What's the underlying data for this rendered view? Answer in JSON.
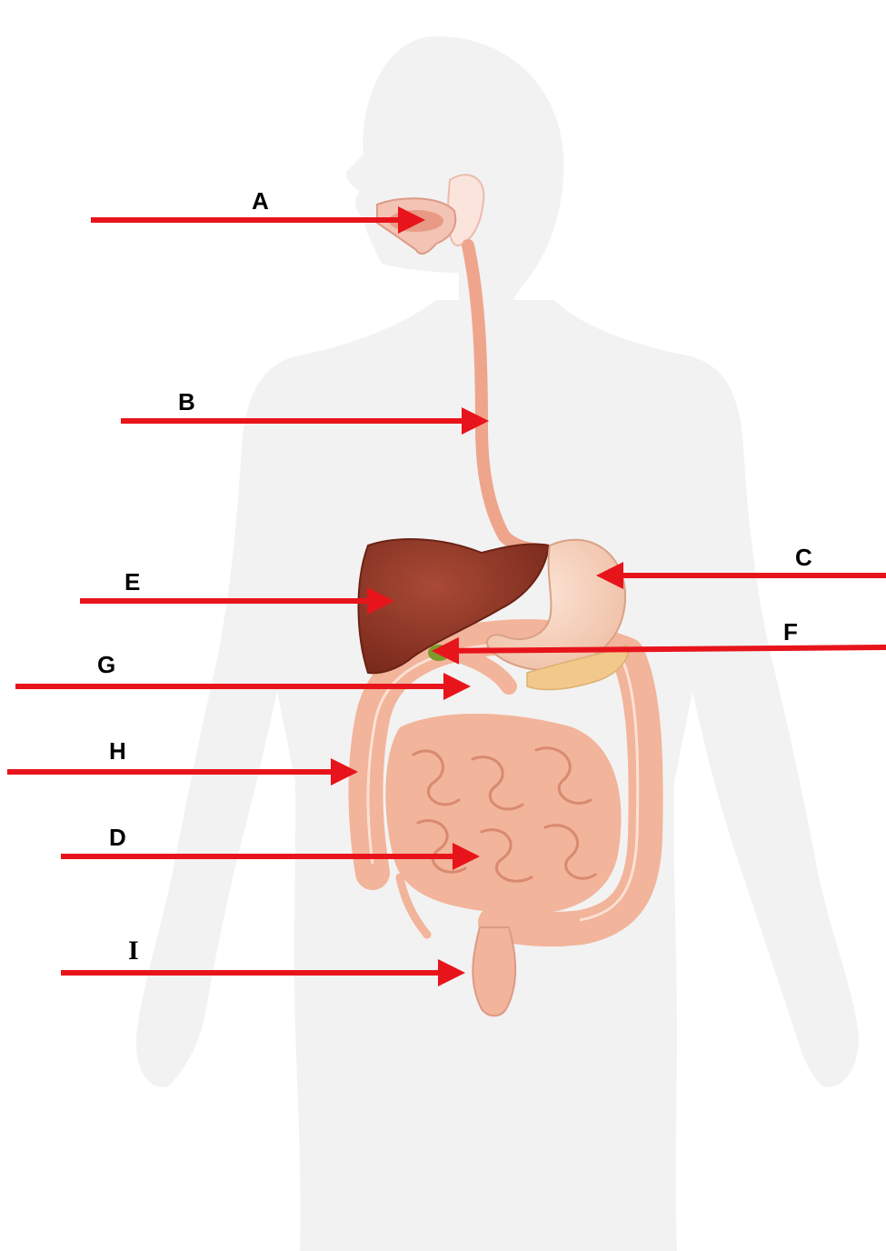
{
  "diagram": {
    "subject": "human digestive system",
    "labels": {
      "a": "A",
      "b": "B",
      "c": "C",
      "d": "D",
      "e": "E",
      "f": "F",
      "g": "G",
      "h": "H",
      "i": "I"
    },
    "colors": {
      "arrow": "#e8141b",
      "silhouette": "#f2f2f2",
      "liver": "#8e3626",
      "intestine": "#f2b49a",
      "stomach": "#f6d2bd",
      "esophagus": "#eea58c"
    }
  }
}
